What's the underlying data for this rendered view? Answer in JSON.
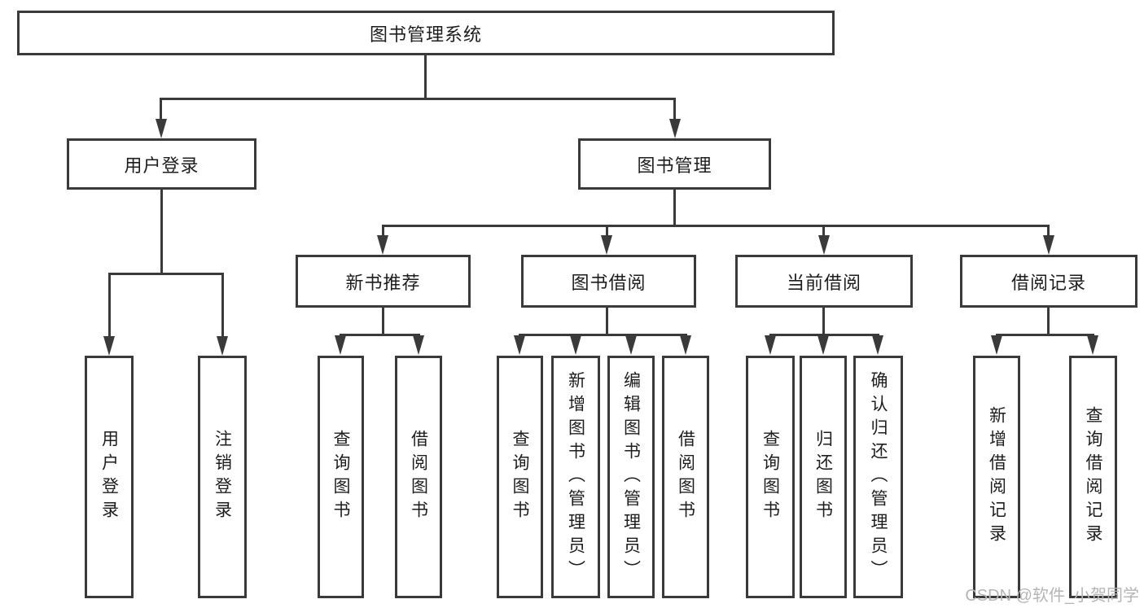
{
  "colors": {
    "line": "#3a3a3a",
    "ink": "#1d1d1d",
    "watermark": "#b5b5b5",
    "background": "#ffffff"
  },
  "tree": {
    "root": {
      "label": "图书管理系统"
    },
    "children": [
      {
        "label": "用户登录",
        "leaves": [
          {
            "label": "用户登录"
          },
          {
            "label": "注销登录"
          }
        ]
      },
      {
        "label": "图书管理",
        "children": [
          {
            "label": "新书推荐",
            "leaves": [
              {
                "label": "查询图书"
              },
              {
                "label": "借阅图书"
              }
            ]
          },
          {
            "label": "图书借阅",
            "leaves": [
              {
                "label": "查询图书"
              },
              {
                "label": "新增图书（管理员）"
              },
              {
                "label": "编辑图书（管理员）"
              },
              {
                "label": "借阅图书"
              }
            ]
          },
          {
            "label": "当前借阅",
            "leaves": [
              {
                "label": "查询图书"
              },
              {
                "label": "归还图书"
              },
              {
                "label": "确认归还（管理员）"
              }
            ]
          },
          {
            "label": "借阅记录",
            "leaves": [
              {
                "label": "新增借阅记录"
              },
              {
                "label": "查询借阅记录"
              }
            ]
          }
        ]
      }
    ]
  },
  "watermark": {
    "text": "CSDN @软件_小贺同学"
  }
}
